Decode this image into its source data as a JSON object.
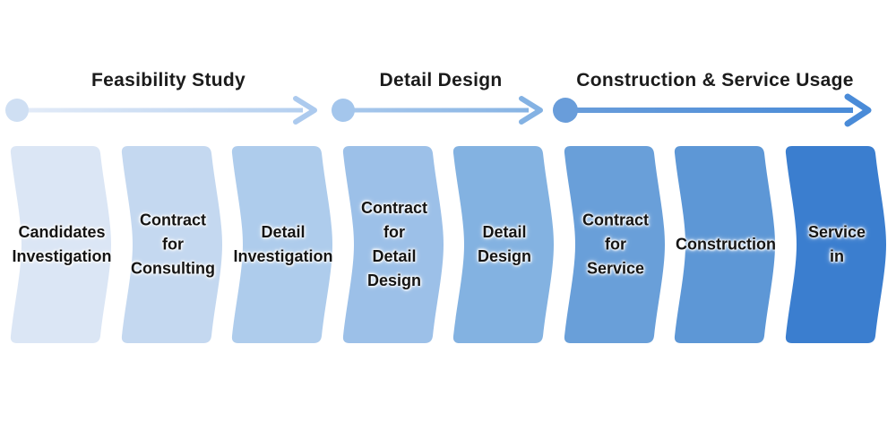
{
  "phases": [
    {
      "title": "Feasibility Study",
      "dot_color": "#cfdff3",
      "line_start": "#e4ecf8",
      "line_end": "#b4cfef",
      "head_color": "#accaee"
    },
    {
      "title": "Detail Design",
      "dot_color": "#a4c6ec",
      "line_start": "#a8c8ec",
      "line_end": "#87b4e4",
      "head_color": "#84b2e3"
    },
    {
      "title": "Construction & Service Usage",
      "dot_color": "#699dda",
      "line_start": "#699dda",
      "line_end": "#4a8bd8",
      "head_color": "#4a8bd8"
    }
  ],
  "stages": [
    {
      "label": "Candidates\nInvestigation",
      "color": "#dbe6f5"
    },
    {
      "label": "Contract\nfor\nConsulting",
      "color": "#c4d8f0"
    },
    {
      "label": "Detail\nInvestigation",
      "color": "#aeccec"
    },
    {
      "label": "Contract\nfor\nDetail\nDesign",
      "color": "#9cc0e8"
    },
    {
      "label": "Detail\nDesign",
      "color": "#83b2e1"
    },
    {
      "label": "Contract\nfor\nService",
      "color": "#699fd9"
    },
    {
      "label": "Construction",
      "color": "#5d97d6"
    },
    {
      "label": "Service\nin",
      "color": "#3b7ecf"
    }
  ]
}
